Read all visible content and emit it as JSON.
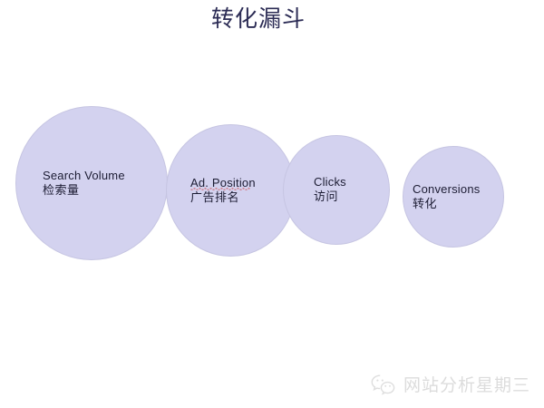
{
  "slide": {
    "title": "转化漏斗",
    "background_color": "#ffffff",
    "title_color": "#2c2c55"
  },
  "funnel": {
    "node_fill_color": "#d3d2ef",
    "node_border_color": "#c6c5e2",
    "label_color": "#1c1c33",
    "nodes": [
      {
        "label_en": "Search Volume",
        "label_zh": "检索量",
        "spellcheck_underline": false
      },
      {
        "label_en": "Ad. Position",
        "label_zh": "广告排名",
        "spellcheck_underline": true
      },
      {
        "label_en": "Clicks",
        "label_zh": "访问",
        "spellcheck_underline": false
      },
      {
        "label_en": "Conversions",
        "label_zh": "转化",
        "spellcheck_underline": false
      }
    ]
  },
  "watermark": {
    "icon": "wechat-icon",
    "text": "网站分析星期三",
    "color": "#dcdcdc"
  }
}
